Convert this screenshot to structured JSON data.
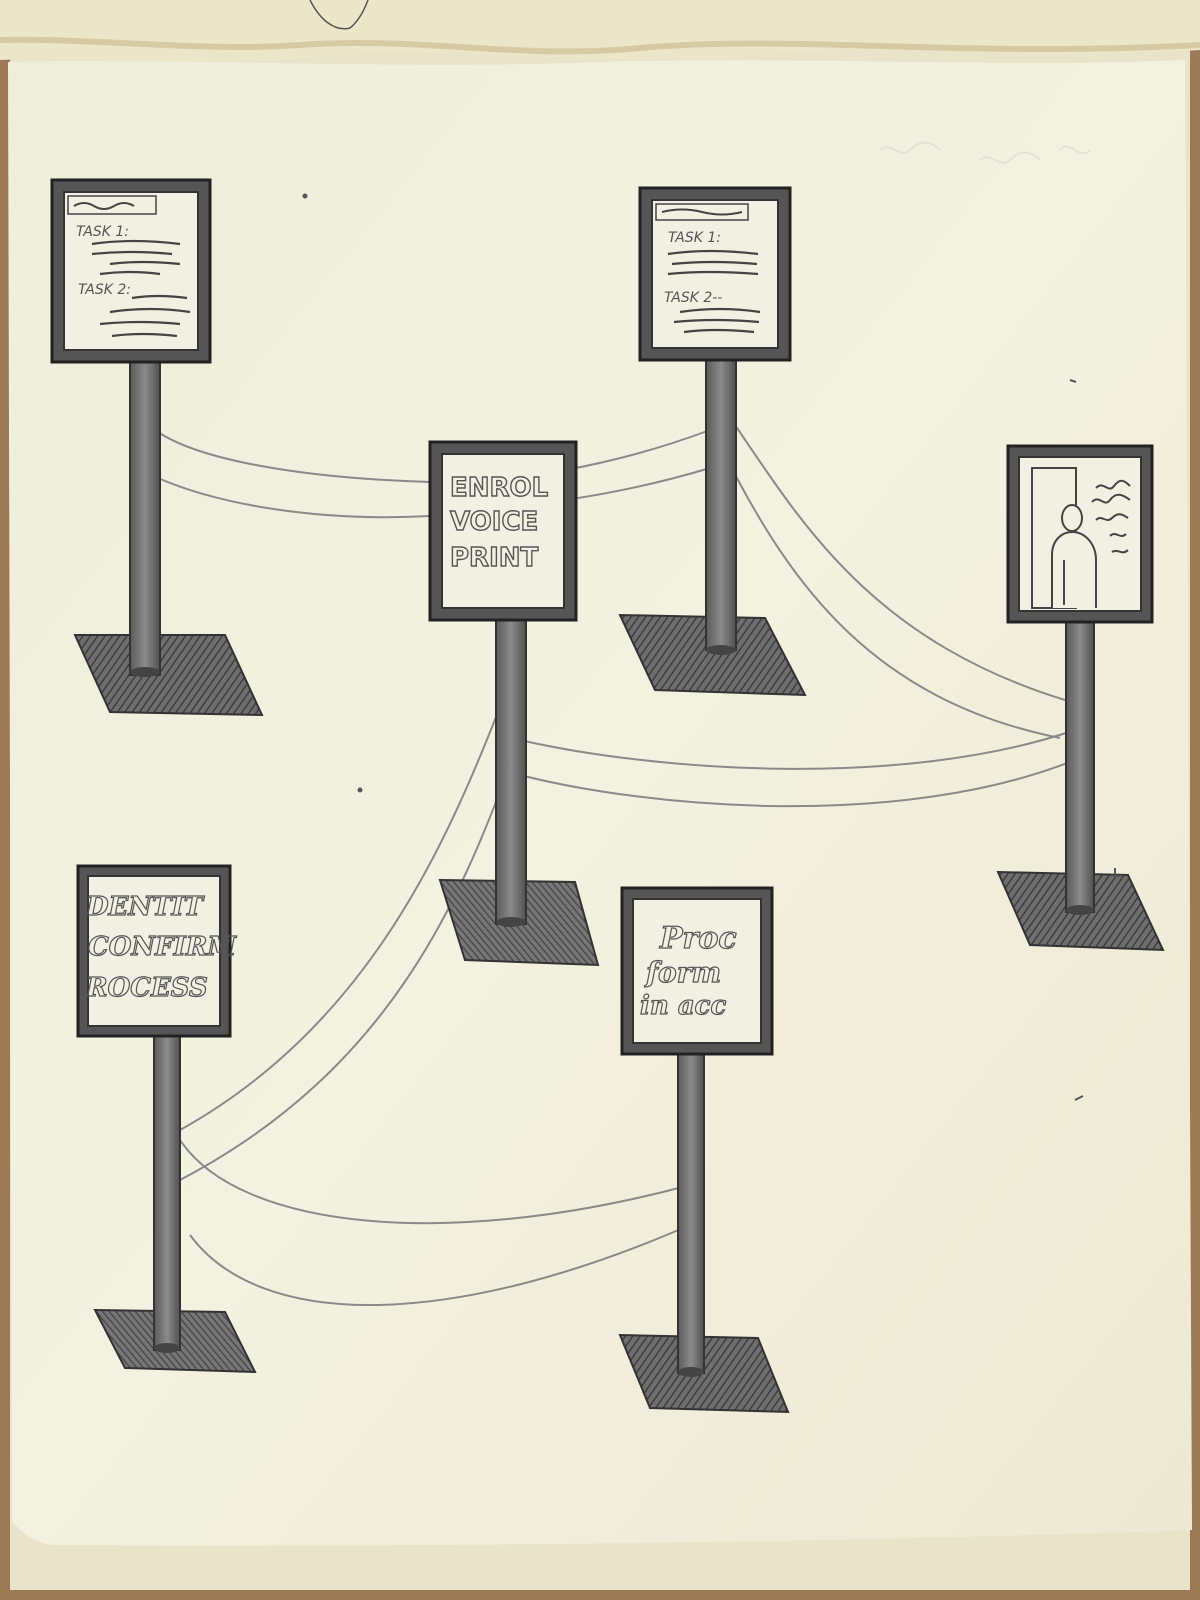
{
  "sign_tasks_left": {
    "line1": "TASK 1:",
    "line2": "TASK 2:"
  },
  "sign_tasks_right": {
    "line1": "TASK 1:",
    "line2": "TASK 2--"
  },
  "sign_enrol": {
    "line1": "ENROL",
    "line2": "VOICE",
    "line3": "PRINT"
  },
  "sign_identity": {
    "line1": "DENTIT",
    "line2": "CONFIRM",
    "line3": "ROCESS"
  },
  "sign_process": {
    "line1": "Proc",
    "line2": "form",
    "line3": "in acc"
  }
}
